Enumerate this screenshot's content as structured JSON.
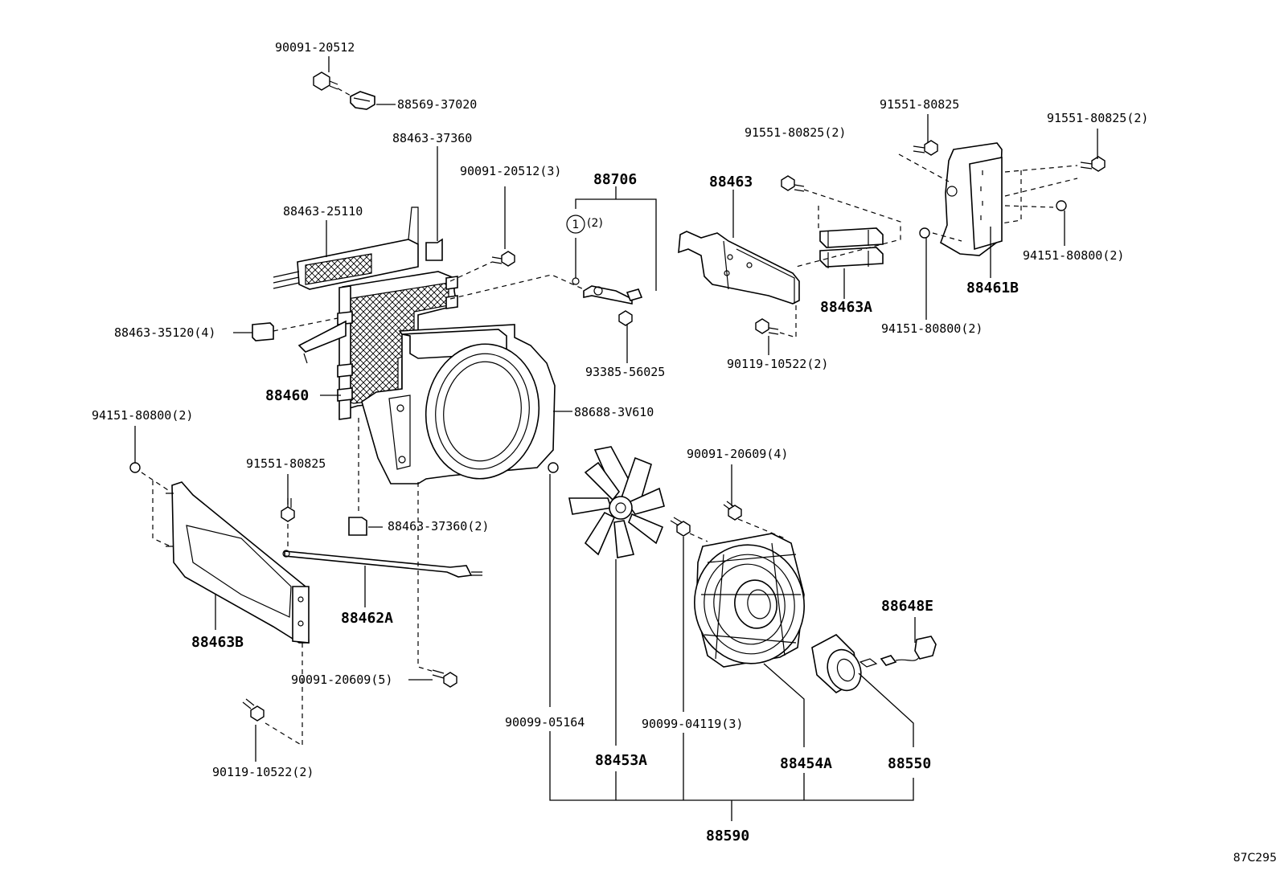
{
  "diagram": {
    "code": "87C295",
    "callout_qty_label": "(2)",
    "callout_number": "1",
    "parts": [
      {
        "id": "p01",
        "label": "90091-20512"
      },
      {
        "id": "p02",
        "label": "88569-37020"
      },
      {
        "id": "p03",
        "label": "88463-37360"
      },
      {
        "id": "p04",
        "label": "90091-20512(3)"
      },
      {
        "id": "p05",
        "label": "88706"
      },
      {
        "id": "p06",
        "label": "88463-25110"
      },
      {
        "id": "p07",
        "label": "88463"
      },
      {
        "id": "p08",
        "label": "91551-80825(2)"
      },
      {
        "id": "p09",
        "label": "91551-80825"
      },
      {
        "id": "p10",
        "label": "91551-80825(2)"
      },
      {
        "id": "p11",
        "label": "94151-80800(2)"
      },
      {
        "id": "p12",
        "label": "88461B"
      },
      {
        "id": "p13",
        "label": "88463A"
      },
      {
        "id": "p14",
        "label": "94151-80800(2)"
      },
      {
        "id": "p15",
        "label": "88463-35120(4)"
      },
      {
        "id": "p16",
        "label": "93385-56025"
      },
      {
        "id": "p17",
        "label": "90119-10522(2)"
      },
      {
        "id": "p18",
        "label": "88460"
      },
      {
        "id": "p19",
        "label": "88688-3V610"
      },
      {
        "id": "p20",
        "label": "94151-80800(2)"
      },
      {
        "id": "p21",
        "label": "91551-80825"
      },
      {
        "id": "p22",
        "label": "90091-20609(4)"
      },
      {
        "id": "p23",
        "label": "88463-37360(2)"
      },
      {
        "id": "p24",
        "label": "88462A"
      },
      {
        "id": "p25",
        "label": "88463B"
      },
      {
        "id": "p26",
        "label": "88648E"
      },
      {
        "id": "p27",
        "label": "90091-20609(5)"
      },
      {
        "id": "p28",
        "label": "90099-05164"
      },
      {
        "id": "p29",
        "label": "90099-04119(3)"
      },
      {
        "id": "p30",
        "label": "88453A"
      },
      {
        "id": "p31",
        "label": "88454A"
      },
      {
        "id": "p32",
        "label": "88550"
      },
      {
        "id": "p33",
        "label": "90119-10522(2)"
      },
      {
        "id": "p34",
        "label": "88590"
      }
    ]
  }
}
